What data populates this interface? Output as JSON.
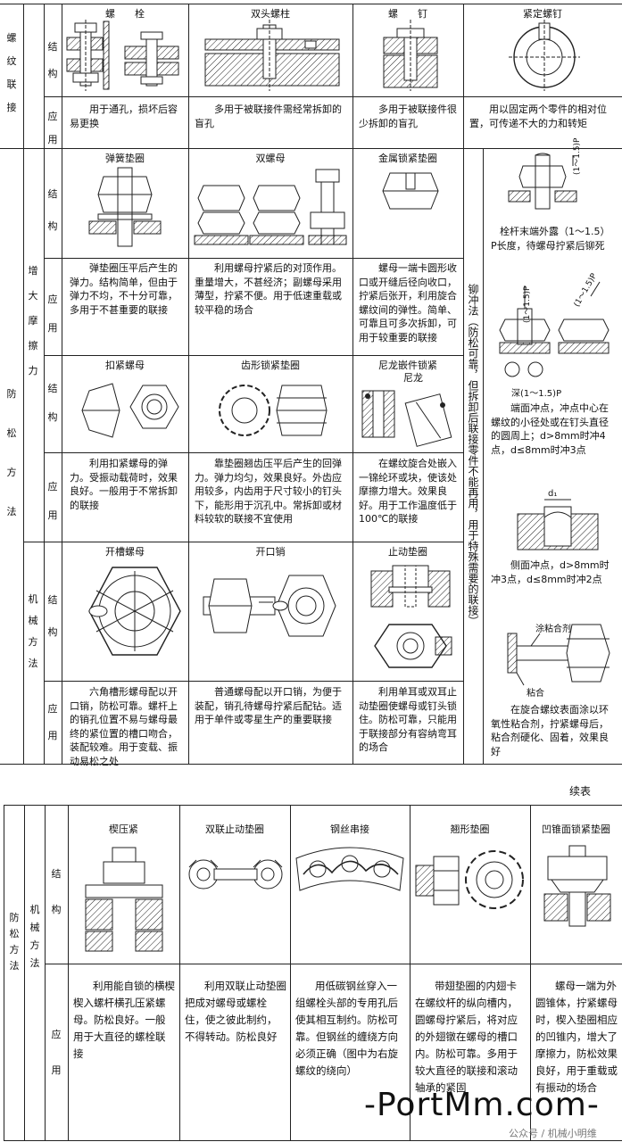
{
  "table1": {
    "group_thread": "螺纹联接",
    "group_anti": "防松方法",
    "sub_friction": "增大摩擦力",
    "sub_mech": "机械方法",
    "lbl_struct": "结构",
    "lbl_app": "应用",
    "row_thread": [
      {
        "title": "螺　　栓",
        "app": "用于通孔，损坏后容易更换"
      },
      {
        "title": "双头螺柱",
        "app": "多用于被联接件需经常拆卸的盲孔"
      },
      {
        "title": "螺　　钉",
        "app": "多用于被联接件很少拆卸的盲孔"
      },
      {
        "title": "紧定螺钉",
        "app": "用以固定两个零件的相对位置，可传递不大的力和转矩"
      }
    ],
    "row_friction_a": [
      {
        "title": "弹簧垫圈",
        "app": "弹垫圈压平后产生的弹力。结构简单，但由于弹力不均，不十分可靠，多用于不甚重要的联接"
      },
      {
        "title": "双螺母",
        "app": "利用螺母拧紧后的对顶作用。重量增大，不甚经济；副螺母采用薄型，拧紧不便。用于低速重载或较平稳的场合"
      },
      {
        "title": "金属锁紧垫圈",
        "app": "螺母一端卡圆形收口或开缝后径向收口，拧紧后张开，利用旋合螺纹间的弹性。简单、可靠且可多次拆卸，可用于较重要的联接"
      }
    ],
    "row_friction_b": [
      {
        "title": "扣紧螺母",
        "app": "利用扣紧螺母的弹力。受振动载荷时，效果良好。一般用于不常拆卸的联接"
      },
      {
        "title": "齿形锁紧垫圈",
        "app": "靠垫圈翘齿压平后产生的回弹力。弹力均匀，效果良好。外齿应用较多，内齿用于尺寸较小的钉头下，能形用于沉孔中。常拆卸或材料较软的联接不宜使用"
      },
      {
        "title": "尼龙嵌件锁紧",
        "note": "尼龙",
        "app": "在螺纹旋合处嵌入一锦纶环或块，使该处摩擦力增大。效果良好。用于工作温度低于100℃的联接"
      }
    ],
    "row_mech": [
      {
        "title": "开槽螺母",
        "app": "六角槽形螺母配以开口销，防松可靠。螺杆上的销孔位置不易与螺母最终的紧位置的槽口吻合，装配较难。用于变载、振动易松之处"
      },
      {
        "title": "开口销",
        "app": "普通螺母配以开口销，为便于装配，销孔待螺母拧紧后配钻。适用于单件或零星生产的重要联接"
      },
      {
        "title": "止动垫圈",
        "app": "利用单耳或双耳止动垫圈使螺母或钉头锁住。防松可靠，只能用于联接部分有容纳弯耳的场合"
      }
    ],
    "punch_col": {
      "vertical_label": "铆冲法（防松可靠，但拆卸后联接零件不能再用，用于特殊需要的联接）",
      "dim_a": "(1～1.5)P",
      "text_a": "栓杆末端外露（1～1.5）P长度，待螺母拧紧后铆死",
      "dim_b1": "(1～1.5)P",
      "dim_b2": "(1～1.5)P",
      "dim_b3": "深(1～1.5)P",
      "text_b": "端面冲点，冲点中心在螺纹的小径处或在钉头直径的圆周上；d>8mm时冲4点，d≤8mm时冲3点",
      "dim_c": "d₁",
      "text_c": "侧面冲点，d>8mm时冲3点，d≤8mm时冲2点",
      "glue_label": "涂粘合剂",
      "glue_label2": "粘合",
      "text_d": "在旋合螺纹表面涂以环氧性粘合剂，拧紧螺母后，粘合剂硬化、固着，效果良好"
    }
  },
  "continued_label": "续表",
  "table2": {
    "group_anti": "防松方法",
    "sub_mech": "机械方法",
    "lbl_struct": "结构",
    "lbl_app": "应用",
    "cols": [
      {
        "title": "楔压紧",
        "app": "利用能自锁的横楔楔入螺杆横孔压紧螺母。防松良好。一般用于大直径的螺栓联接"
      },
      {
        "title": "双联止动垫圈",
        "app": "利用双联止动垫圈把成对螺母或螺栓住，使之彼此制约，不得转动。防松良好"
      },
      {
        "title": "钢丝串接",
        "app": "用低碳钢丝穿入一组螺栓头部的专用孔后使其相互制约。防松可靠。但钢丝的缠绕方向必须正确（图中为右旋螺纹的绕向）"
      },
      {
        "title": "翘形垫圈",
        "app": "带翅垫圈的内翅卡在螺纹杆的纵向槽内，圆螺母拧紧后，将对应的外翅镦在螺母的槽口内。防松可靠。多用于较大直径的联接和滚动轴承的紧固"
      },
      {
        "title": "凹锥面锁紧垫圈",
        "app": "螺母一端为外圆锥体，拧紧螺母时，楔入垫圈相应的凹锥内，增大了摩擦力，防松效果良好，用于重载或有振动的场合"
      }
    ]
  },
  "watermark": {
    "main": "-PortMm.com-",
    "sub": "公众号 / 机械小明维"
  }
}
